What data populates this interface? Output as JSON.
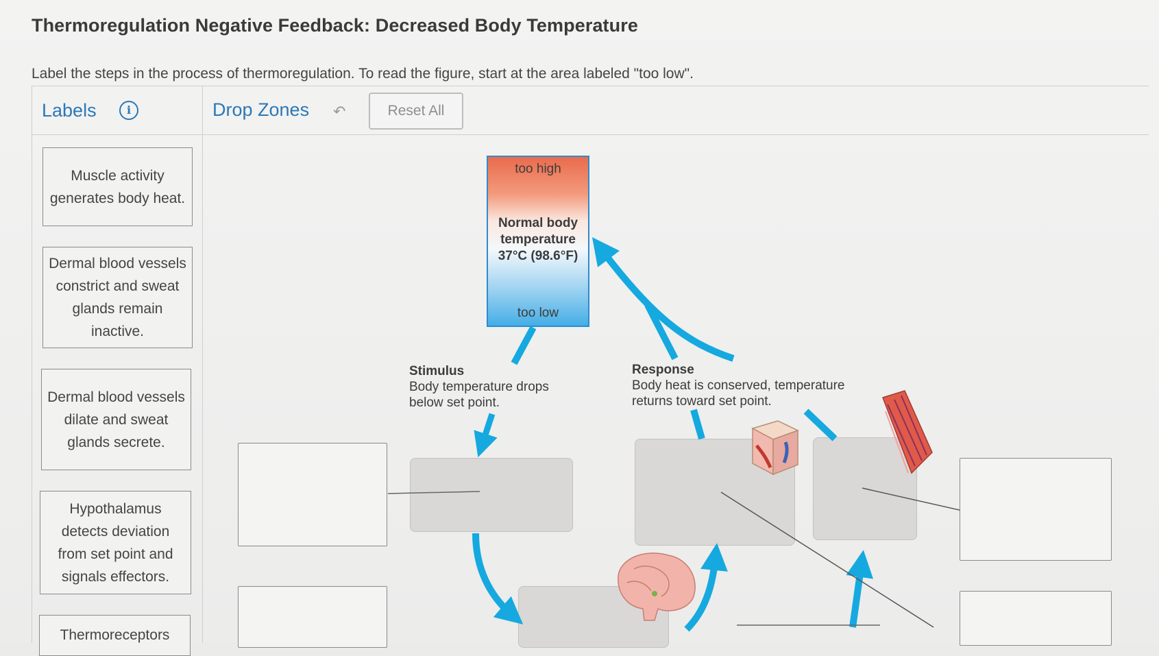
{
  "page": {
    "title": "Thermoregulation Negative Feedback: Decreased Body Temperature",
    "instructions": "Label the steps in the process of thermoregulation. To read the figure, start at the area labeled \"too low\"."
  },
  "header": {
    "labels_title": "Labels",
    "drop_zones_title": "Drop Zones",
    "reset_label": "Reset All",
    "info_icon": "info-icon",
    "undo_icon": "undo-icon"
  },
  "labels": [
    "Muscle activity generates body heat.",
    "Dermal blood vessels constrict and sweat glands remain inactive.",
    "Dermal blood vessels dilate and sweat glands secrete.",
    "Hypothalamus detects deviation from set point and signals effectors.",
    "Thermoreceptors"
  ],
  "thermometer": {
    "too_high": "too high",
    "normal": "Normal body temperature 37°C (98.6°F)",
    "too_low": "too low"
  },
  "stimulus": {
    "heading": "Stimulus",
    "text": "Body temperature drops below set point."
  },
  "response": {
    "heading": "Response",
    "text": "Body heat is conserved, temperature returns toward set point."
  },
  "colors": {
    "accent_blue": "#2b78b8",
    "arrow_blue": "#15a9e0",
    "warm": "#ea6b4d",
    "cool": "#44aee6"
  }
}
